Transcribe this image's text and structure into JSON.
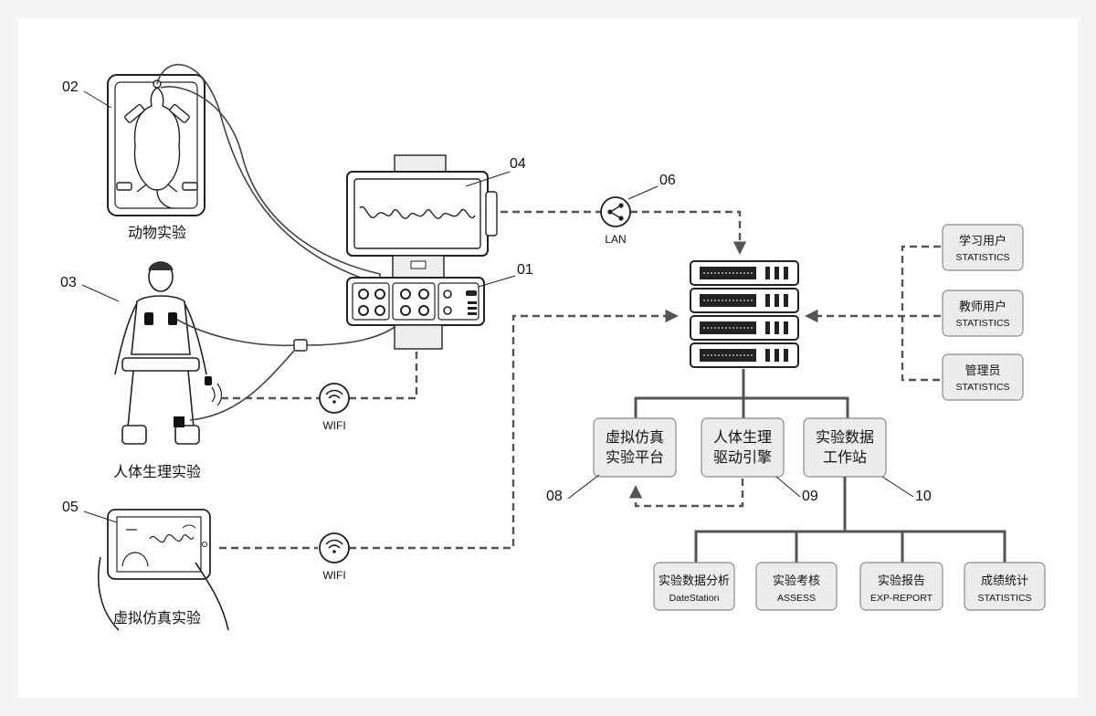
{
  "sources": {
    "animal": {
      "number": "02",
      "caption": "动物实验"
    },
    "human": {
      "number": "03",
      "caption": "人体生理实验"
    },
    "virtual": {
      "number": "05",
      "caption": "虚拟仿真实验"
    }
  },
  "devices": {
    "monitor": {
      "number": "04"
    },
    "acquisition_box": {
      "number": "01"
    }
  },
  "links": {
    "lan": {
      "number": "06",
      "label": "LAN"
    },
    "wifi_human": {
      "label": "WIFI"
    },
    "wifi_tablet": {
      "label": "WIFI"
    }
  },
  "users": [
    {
      "title": "学习用户",
      "subtitle": "STATISTICS"
    },
    {
      "title": "教师用户",
      "subtitle": "STATISTICS"
    },
    {
      "title": "管理员",
      "subtitle": "STATISTICS"
    }
  ],
  "platforms": [
    {
      "number": "08",
      "line1": "虚拟仿真",
      "line2": "实验平台"
    },
    {
      "number": "09",
      "line1": "人体生理",
      "line2": "驱动引擎"
    },
    {
      "number": "10",
      "line1": "实验数据",
      "line2": "工作站"
    }
  ],
  "modules": [
    {
      "title": "实验数据分析",
      "subtitle": "DateStation"
    },
    {
      "title": "实验考核",
      "subtitle": "ASSESS"
    },
    {
      "title": "实验报告",
      "subtitle": "EXP-REPORT"
    },
    {
      "title": "成绩统计",
      "subtitle": "STATISTICS"
    }
  ],
  "colors": {
    "line": "#222222",
    "dash": "#555555",
    "box_fill": "#ececec",
    "box_stroke": "#8a8a8a",
    "frame_bg": "#f4f4f4"
  }
}
